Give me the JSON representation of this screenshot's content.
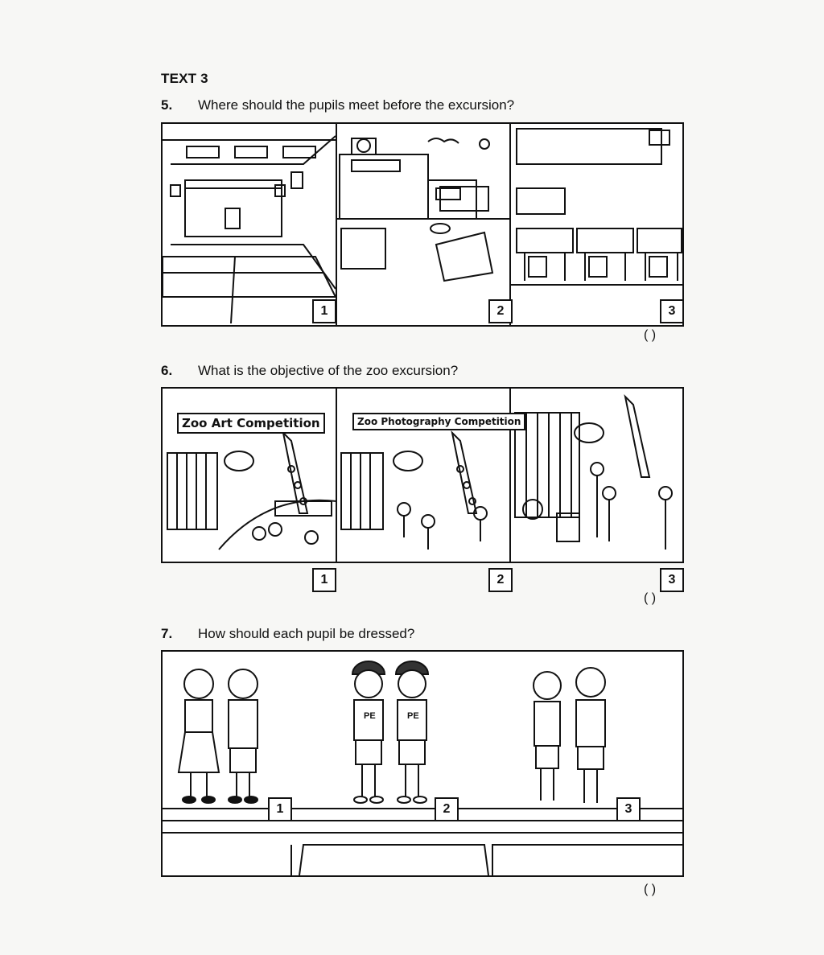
{
  "heading": "TEXT 3",
  "questions": [
    {
      "number": "5.",
      "text": "Where should the pupils meet before the excursion?",
      "options": [
        "1",
        "2",
        "3"
      ],
      "answer_bracket": "(      )"
    },
    {
      "number": "6.",
      "text": "What is the objective of the zoo excursion?",
      "options": [
        "1",
        "2",
        "3"
      ],
      "banners": [
        "Zoo Art Competition",
        "Zoo Photography Competition"
      ],
      "answer_bracket": "(      )"
    },
    {
      "number": "7.",
      "text": "How should each pupil be dressed?",
      "options": [
        "1",
        "2",
        "3"
      ],
      "shirt_labels": [
        "PE",
        "PE"
      ],
      "answer_bracket": "(      )"
    }
  ]
}
